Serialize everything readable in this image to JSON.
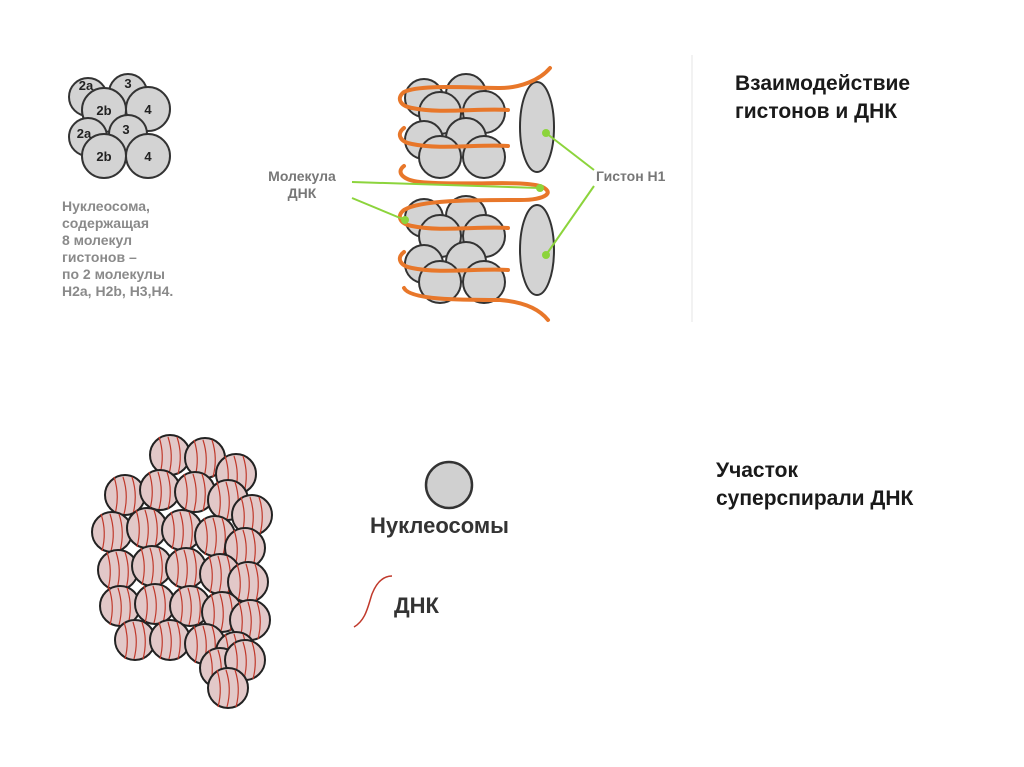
{
  "titles": {
    "interaction": [
      "Взаимодействие",
      "гистонов и ДНК"
    ],
    "supercoil": [
      "Участок",
      "суперспирали ДНК"
    ]
  },
  "nucleosome_diagram": {
    "histone_labels": [
      "2a",
      "3",
      "2b",
      "4",
      "2a",
      "3",
      "2b",
      "4"
    ],
    "caption": [
      "Нуклеосома,",
      "содержащая",
      "8 молекул",
      "гистонов –",
      "по 2 молекулы",
      "Н2а, Н2b, Н3,Н4."
    ]
  },
  "chromatin_diagram": {
    "dna_label": [
      "Молекула",
      "ДНК"
    ],
    "h1_label": "Гистон Н1"
  },
  "legend": {
    "nucleosomes": "Нуклеосомы",
    "dna": "ДНК"
  },
  "colors": {
    "histone_fill": "#d3d3d3",
    "outline": "#333333",
    "dna_orange": "#e8772a",
    "pointer_green": "#8cd43c",
    "caption_gray": "#8a8a8a",
    "label_gray": "#777777",
    "supercoil_fill": "#e2c8c8",
    "supercoil_dna": "#c0392b"
  }
}
